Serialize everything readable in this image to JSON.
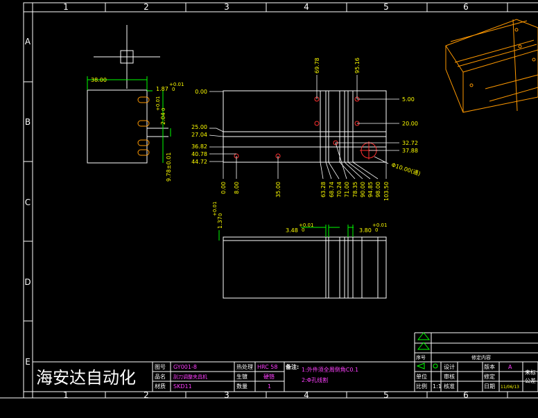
{
  "column_labels": [
    "1",
    "2",
    "3",
    "4",
    "5",
    "6"
  ],
  "row_labels": [
    "A",
    "B",
    "C",
    "D",
    "E"
  ],
  "side_view": {
    "width_dim": "38.00",
    "tol_dim": "1.87",
    "tol_plus": "+0.01",
    "tol_zero": "0",
    "v_dim_1": "2.04",
    "v_tol_1_plus": "+0.01",
    "v_tol_1_zero": "0",
    "v_dim_2": "9.78±0.01"
  },
  "main_view": {
    "left_dims": [
      "0.00",
      "25.00",
      "27.04",
      "36.82",
      "40.78",
      "44.72"
    ],
    "right_dims": [
      "5.00",
      "20.00",
      "32.72",
      "37.88"
    ],
    "top_dims": [
      "69.78",
      "95.16"
    ],
    "bottom_dims": [
      "0.00",
      "8.00",
      "35.00",
      "63.28",
      "68.74",
      "70.24",
      "71.00",
      "78.35",
      "90.00",
      "94.85",
      "98.00",
      "103.50"
    ],
    "hole_note": "Φ10.00(通)"
  },
  "front_view": {
    "left_dim": "1.37",
    "left_tol_plus": "+0.01",
    "left_tol_zero": "0",
    "mid_dim_1": "3.48",
    "mid_tol_1_plus": "+0.01",
    "mid_tol_1_zero": "0",
    "mid_dim_2": "3.80",
    "mid_tol_2_plus": "+0.01",
    "mid_tol_2_zero": "0"
  },
  "title_block": {
    "company": "海安达自动化",
    "label_drawing_no": "图号",
    "drawing_no": "GY001-8",
    "label_part_name": "品名",
    "part_name": "刮刀调整夹具机",
    "label_material": "材质",
    "material": "SKD11",
    "label_heat": "热处理",
    "heat": "HRC 58",
    "label_surface": "生镀",
    "surface": "硬铬",
    "label_qty": "数量",
    "qty": "1",
    "label_notes": "备注:",
    "note_1": "1:外件须全周倒角C0.1",
    "note_2": "2:Φ孔线割",
    "label_unit": "单位",
    "label_scale": "比例",
    "scale": "1:1",
    "label_design": "设计",
    "label_review": "审核",
    "label_approve": "核准",
    "label_version": "版本",
    "version": "A",
    "label_revise": "修定",
    "label_date": "日期",
    "date": "11/06/13",
    "label_seq": "序号",
    "label_revision_content": "修定内容",
    "tol_note_1": "未标",
    "tol_note_2": "公差"
  },
  "colors": {
    "frame": "#ffffff",
    "dim": "#ffff00",
    "dim_line": "#00ff00",
    "hole": "#ff3030",
    "text_magenta": "#ff40ff",
    "orange": "#ff9900"
  }
}
